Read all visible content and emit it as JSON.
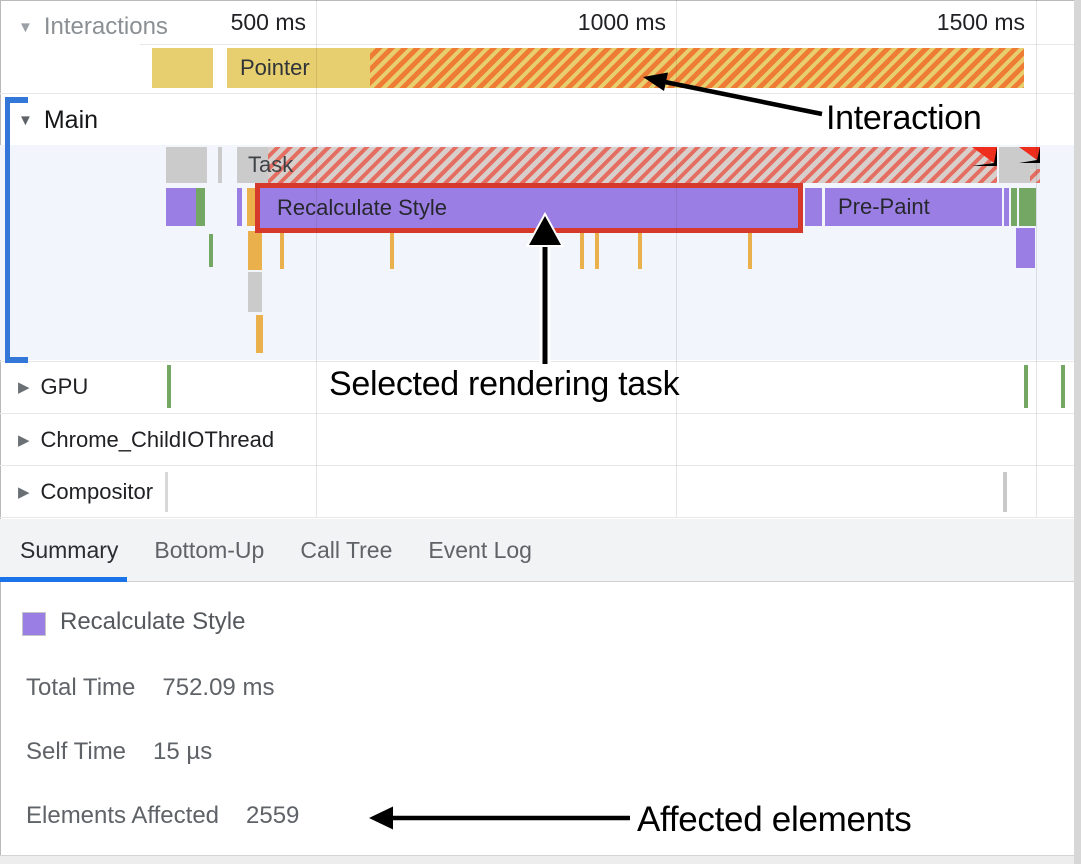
{
  "palette": {
    "accent_blue": "#1a73e8",
    "selected_track_blue": "#3377d9",
    "interaction_yellow": "#e7cf6f",
    "interaction_orange": "#ef7c35",
    "task_gray": "#cbcbcb",
    "task_hatch_red": "#e56e62",
    "alert_red": "#ee2d1d",
    "event_purple": "#9b7ee4",
    "event_green": "#74a763",
    "marker_amber": "#eab04c",
    "selection_red": "#d6392c",
    "main_track_bg": "#f2f6fc"
  },
  "ruler": {
    "labels": [
      "500 ms",
      "1000 ms",
      "1500 ms"
    ]
  },
  "tracks": {
    "interactions": "Interactions",
    "main": "Main",
    "gpu": "GPU",
    "child_io": "Chrome_ChildIOThread",
    "compositor": "Compositor"
  },
  "flame": {
    "pointer": "Pointer",
    "task": "Task",
    "recalculate_style": "Recalculate Style",
    "pre_paint": "Pre-Paint"
  },
  "tabs": [
    {
      "label": "Summary",
      "active": true
    },
    {
      "label": "Bottom-Up",
      "active": false
    },
    {
      "label": "Call Tree",
      "active": false
    },
    {
      "label": "Event Log",
      "active": false
    }
  ],
  "summary": {
    "event_title": "Recalculate Style",
    "rows": [
      {
        "label": "Total Time",
        "value": "752.09 ms"
      },
      {
        "label": "Self Time",
        "value": "15 µs"
      },
      {
        "label": "Elements Affected",
        "value": "2559"
      }
    ]
  },
  "annotations": {
    "interaction": "Interaction",
    "selected_task": "Selected rendering task",
    "affected_elements": "Affected elements"
  }
}
